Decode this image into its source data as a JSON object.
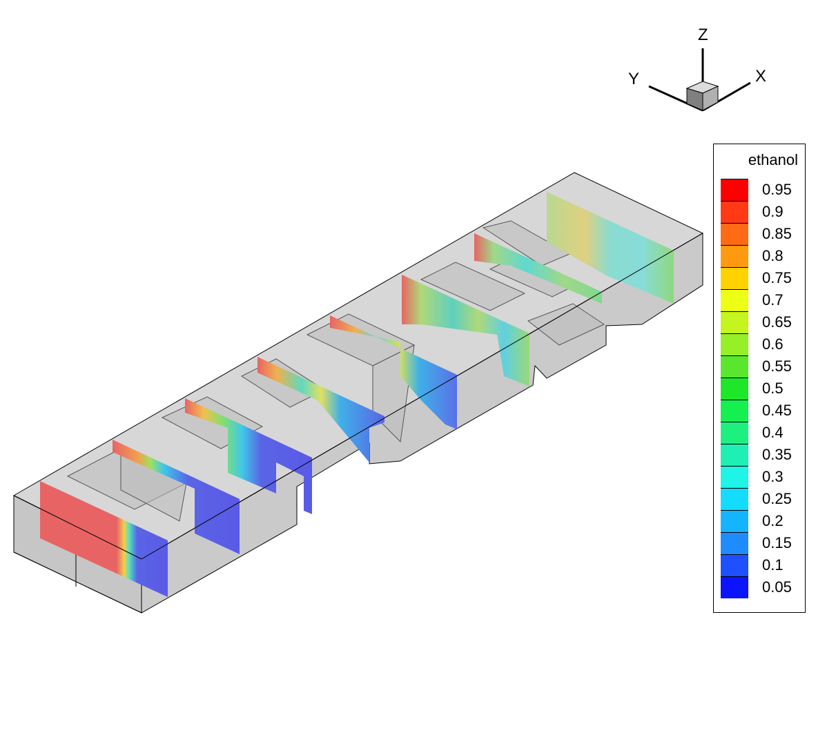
{
  "axes_triad": {
    "z_label": "Z",
    "y_label": "Y",
    "x_label": "X"
  },
  "legend": {
    "title": "ethanol",
    "levels": [
      {
        "label": "0.95",
        "color": "#ff0000"
      },
      {
        "label": "0.9",
        "color": "#ff3a14"
      },
      {
        "label": "0.85",
        "color": "#ff6a14"
      },
      {
        "label": "0.8",
        "color": "#ff9a10"
      },
      {
        "label": "0.75",
        "color": "#ffd200"
      },
      {
        "label": "0.7",
        "color": "#ecff14"
      },
      {
        "label": "0.65",
        "color": "#c4f51e"
      },
      {
        "label": "0.6",
        "color": "#96f028"
      },
      {
        "label": "0.55",
        "color": "#5ae62d"
      },
      {
        "label": "0.5",
        "color": "#1ee628"
      },
      {
        "label": "0.45",
        "color": "#14f050"
      },
      {
        "label": "0.4",
        "color": "#1ef080"
      },
      {
        "label": "0.35",
        "color": "#1ef0b4"
      },
      {
        "label": "0.3",
        "color": "#1ef5e6"
      },
      {
        "label": "0.25",
        "color": "#14dcff"
      },
      {
        "label": "0.2",
        "color": "#14b4ff"
      },
      {
        "label": "0.15",
        "color": "#1e8cff"
      },
      {
        "label": "0.1",
        "color": "#1e50ff"
      },
      {
        "label": "0.05",
        "color": "#0a14ff"
      }
    ]
  }
}
